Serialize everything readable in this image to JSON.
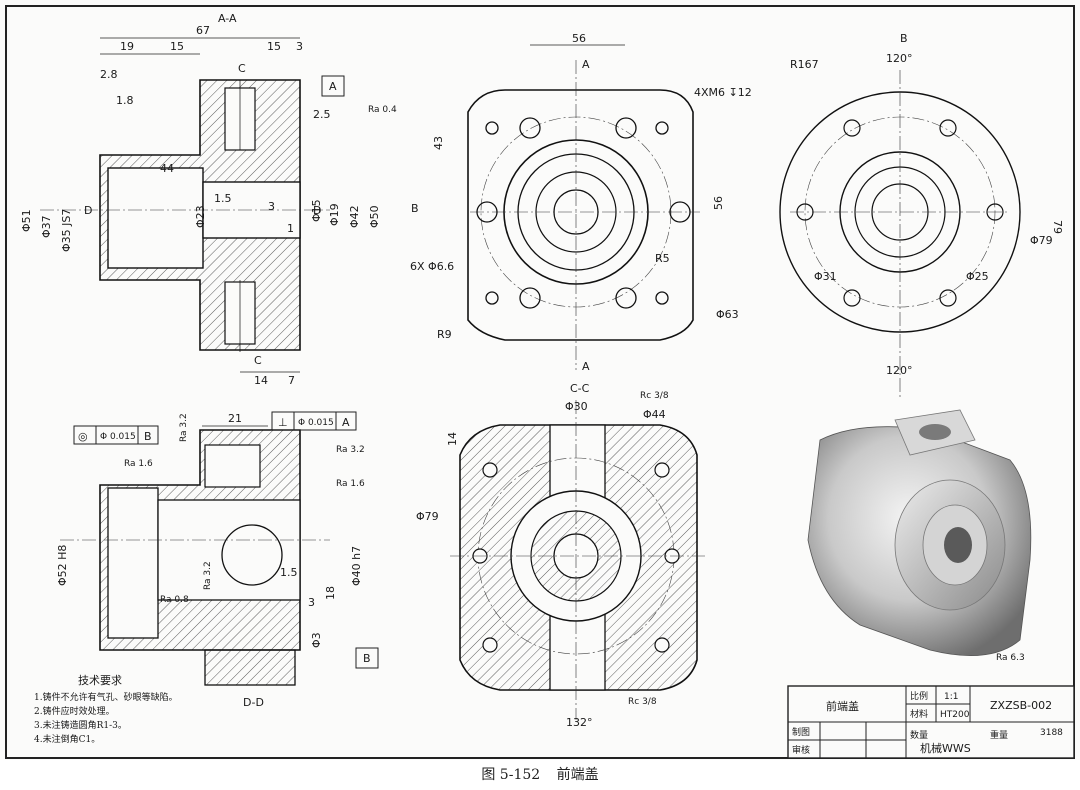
{
  "views": {
    "aa": {
      "title": "A-A",
      "dims": [
        "67",
        "19",
        "15",
        "15",
        "3",
        "2.8",
        "1.8",
        "44",
        "1.5",
        "3",
        "1",
        "2.5",
        "14",
        "7"
      ],
      "diameters": [
        "Φ51",
        "Φ37",
        "Φ35 JS7",
        "Φ23",
        "Φ19",
        "Φ15",
        "Φ42",
        "Φ50"
      ],
      "section_marks": [
        "C",
        "C",
        "D",
        "D",
        "B"
      ],
      "datum": "A",
      "roughness": "Ra 0.4"
    },
    "front": {
      "dims": [
        "56",
        "43",
        "56",
        "4XM6 ↧12",
        "6X Φ6.6",
        "R5",
        "R9",
        "Φ63"
      ],
      "marks": [
        "A",
        "A"
      ]
    },
    "b_view": {
      "title": "B",
      "dims": [
        "R167",
        "120°",
        "120°",
        "Φ79",
        "Φ31",
        "Φ25",
        "79"
      ]
    },
    "dd": {
      "title": "D-D",
      "dims": [
        "21",
        "1.5",
        "3",
        "18",
        "Φ3",
        "Φ52 H8",
        "Φ40 h7"
      ],
      "tolerances": [
        {
          "sym": "◎",
          "value": "Φ 0.015",
          "datum": "B"
        },
        {
          "sym": "⊥",
          "value": "Φ 0.015",
          "datum": "A"
        }
      ],
      "roughness": [
        "Ra 1.6",
        "Ra 3.2",
        "Ra 3.2",
        "Ra 1.6",
        "Ra 0.8",
        "Ra 3.2"
      ],
      "datum": "B"
    },
    "cc": {
      "title": "C-C",
      "dims": [
        "Φ30",
        "14",
        "Rc 3/8",
        "Φ44",
        "Φ79",
        "Rc 3/8",
        "132°"
      ]
    }
  },
  "notes": {
    "heading": "技术要求",
    "items": [
      "1.铸件不允许有气孔、砂眼等缺陷。",
      "2.铸件应时效处理。",
      "3.未注铸造圆角R1-3。",
      "4.未注倒角C1。"
    ]
  },
  "general_roughness": "Ra 6.3",
  "title_block": {
    "part_name": "前端盖",
    "scale_label": "比例",
    "scale_value": "1:1",
    "material_label": "材料",
    "material_value": "HT200",
    "drawing_no": "ZXZSB-002",
    "qty_label": "数量",
    "weight_label": "重量",
    "drawn_label": "制图",
    "checked_label": "审核",
    "sheet_ref": "3188"
  },
  "watermark": "机械WWS",
  "caption": {
    "fig": "图 5-152",
    "name": "前端盖"
  }
}
